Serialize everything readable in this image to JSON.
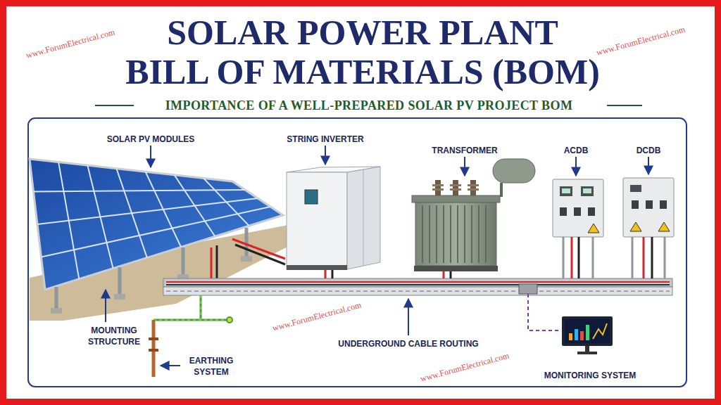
{
  "diagram": {
    "title": "SOLAR POWER PLANT BILL OF MATERIALS (BOM)",
    "labels": [
      "IMPORTANCE OF A WELL-PREPARED SOLAR PV PROJECT BOM",
      "www.ForumElectrical.com",
      "www.ForumElectrical.com",
      "www.ForumElectrical.com",
      "www.ForumElectrical.com",
      "SOLAR PV MODULES",
      "STRING INVERTER",
      "TRANSFORMER",
      "ACDB",
      "DCDB",
      "MOUNTING STRUCTURE",
      "EARTHING SYSTEM",
      "UNDERGROUND CABLE ROUTING",
      "MONITORING SYSTEM"
    ]
  }
}
